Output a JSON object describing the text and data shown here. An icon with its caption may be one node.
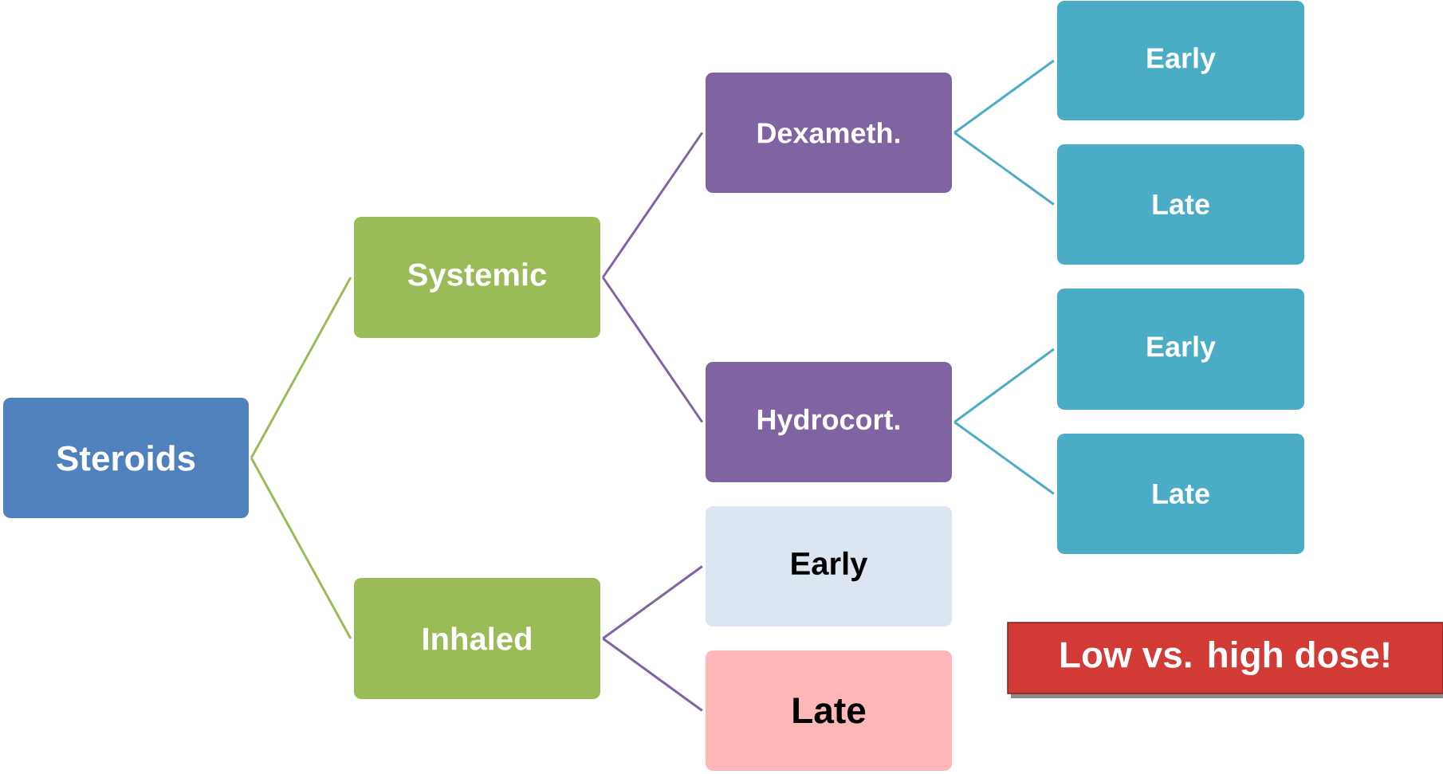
{
  "diagram": {
    "nodes": [
      {
        "text": [
          "Steroids"
        ]
      },
      {
        "text": [
          "Systemic"
        ]
      },
      {
        "text": [
          "Inhaled"
        ]
      },
      {
        "text": [
          "Dexameth."
        ]
      },
      {
        "text": [
          "Hydrocort."
        ]
      },
      {
        "text": [
          "Early"
        ]
      },
      {
        "text": [
          "Late"
        ]
      },
      {
        "text": [
          "Early"
        ]
      },
      {
        "text": [
          "Late"
        ]
      },
      {
        "text": [
          "Early"
        ]
      },
      {
        "text": [
          "Late"
        ]
      },
      {
        "text": [
          "Low vs. high dose!"
        ]
      }
    ],
    "edges": [
      {
        "from": 0,
        "to": 1,
        "arrow": "none",
        "color": "#9bbb59"
      },
      {
        "from": 0,
        "to": 2,
        "arrow": "none",
        "color": "#9bbb59"
      },
      {
        "from": 1,
        "to": 3,
        "arrow": "none",
        "color": "#8064a2"
      },
      {
        "from": 1,
        "to": 4,
        "arrow": "none",
        "color": "#8064a2"
      },
      {
        "from": 2,
        "to": 5,
        "arrow": "none",
        "color": "#8064a2"
      },
      {
        "from": 2,
        "to": 6,
        "arrow": "none",
        "color": "#8064a2"
      },
      {
        "from": 3,
        "to": 7,
        "arrow": "none",
        "color": "#4bacc6"
      },
      {
        "from": 3,
        "to": 8,
        "arrow": "none",
        "color": "#4bacc6"
      },
      {
        "from": 4,
        "to": 9,
        "arrow": "none",
        "color": "#4bacc6"
      },
      {
        "from": 4,
        "to": 10,
        "arrow": "none",
        "color": "#4bacc6"
      }
    ]
  }
}
